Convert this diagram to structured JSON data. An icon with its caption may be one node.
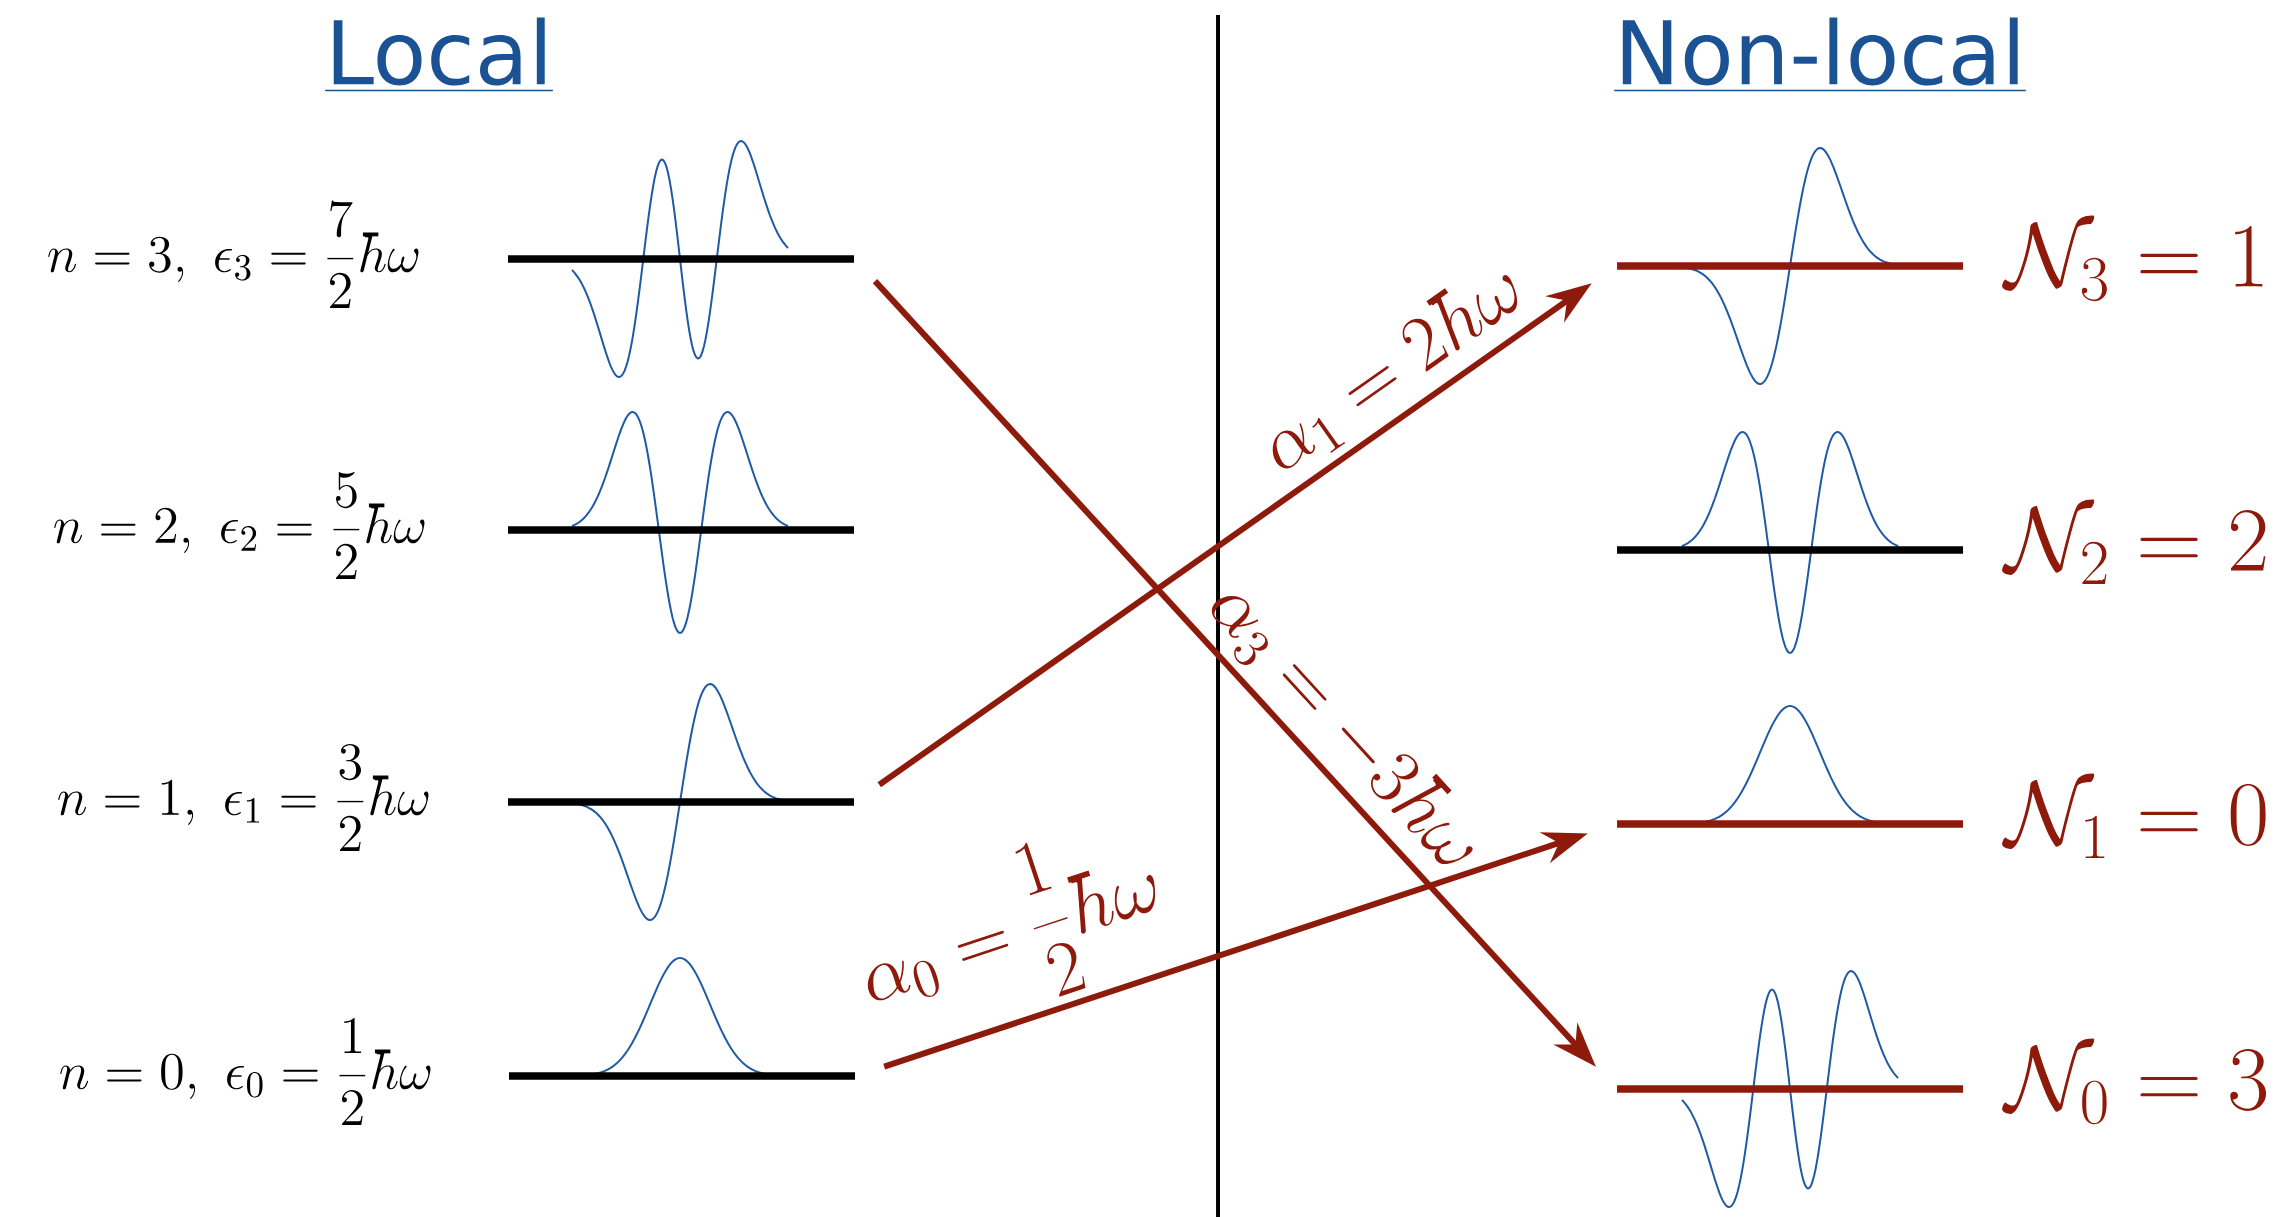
{
  "diagram": {
    "nodes": [
      {
        "text": [],
        "shape": "bar",
        "beside": [
          "n = 3,\\ \\epsilon_3 = \\frac{7}{2}\\hbar\\omega"
        ]
      },
      {
        "text": [],
        "shape": "bar",
        "beside": [
          "n = 2,\\ \\epsilon_2 = \\frac{5}{2}\\hbar\\omega"
        ]
      },
      {
        "text": [],
        "shape": "bar",
        "beside": [
          "n = 1,\\ \\epsilon_1 = \\frac{3}{2}\\hbar\\omega"
        ]
      },
      {
        "text": [],
        "shape": "bar",
        "beside": [
          "n = 0,\\ \\epsilon_0 = \\frac{1}{2}\\hbar\\omega"
        ]
      },
      {
        "text": [],
        "shape": "bar",
        "beside": [
          "\\mathcal{N}_3 = 1"
        ]
      },
      {
        "text": [],
        "shape": "bar",
        "beside": [
          "\\mathcal{N}_2 = 2"
        ]
      },
      {
        "text": [],
        "shape": "bar",
        "beside": [
          "\\mathcal{N}_1 = 0"
        ]
      },
      {
        "text": [],
        "shape": "bar",
        "beside": [
          "\\mathcal{N}_0 = 3"
        ]
      }
    ],
    "edges": [
      {
        "from": 0,
        "to": 7,
        "arrow": "to",
        "label": "\\alpha_3 = -3\\hbar\\omega"
      },
      {
        "from": 2,
        "to": 4,
        "arrow": "to",
        "label": "\\alpha_1 = 2\\hbar\\omega"
      },
      {
        "from": 3,
        "to": 6,
        "arrow": "to",
        "label": "\\alpha_0 = \\frac{1}{2}\\hbar\\omega"
      }
    ],
    "labels": [
      "Local",
      "Non-local"
    ]
  }
}
